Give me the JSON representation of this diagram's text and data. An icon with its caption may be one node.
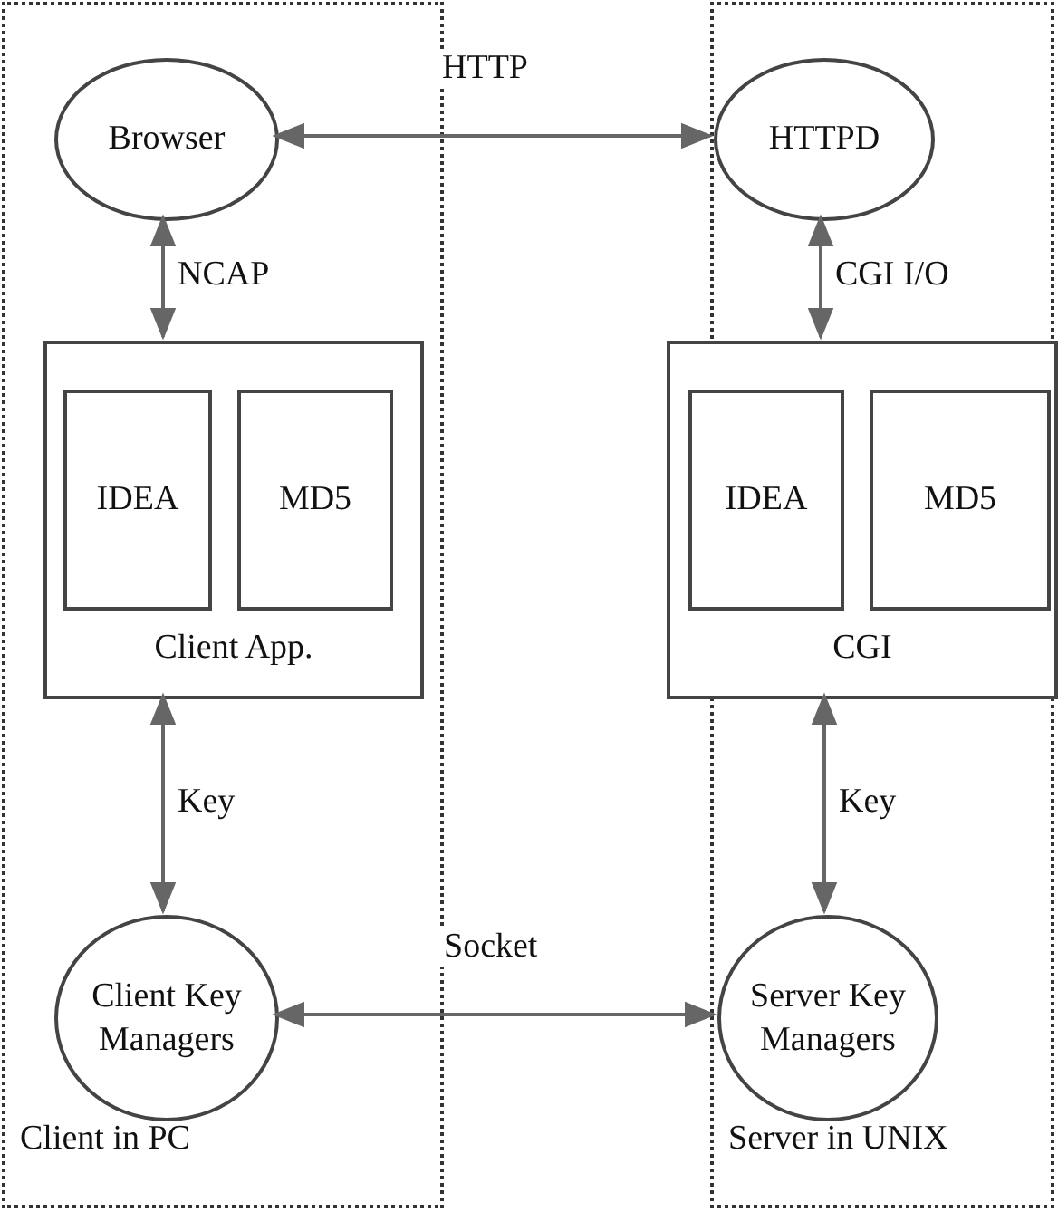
{
  "diagram": {
    "nodes": [
      {
        "text": [
          "Client in PC"
        ]
      },
      {
        "text": [
          "Browser"
        ],
        "in": 0
      },
      {
        "text": [
          "Client App."
        ],
        "in": 0
      },
      {
        "text": [
          "IDEA"
        ],
        "in": 2
      },
      {
        "text": [
          "MD5"
        ],
        "in": 2
      },
      {
        "text": [
          "Client Key Managers"
        ],
        "in": 0
      },
      {
        "text": [
          "Server in UNIX"
        ]
      },
      {
        "text": [
          "HTTPD"
        ],
        "in": 6
      },
      {
        "text": [
          "CGI"
        ],
        "in": 6
      },
      {
        "text": [
          "IDEA"
        ],
        "in": 8
      },
      {
        "text": [
          "MD5"
        ],
        "in": 8
      },
      {
        "text": [
          "Server Key Managers"
        ],
        "in": 6
      }
    ],
    "edges": [
      {
        "from": 1,
        "to": 7,
        "arrow": "both",
        "label": "HTTP"
      },
      {
        "from": 1,
        "to": 2,
        "arrow": "both",
        "label": "NCAP"
      },
      {
        "from": 7,
        "to": 8,
        "arrow": "both",
        "label": "CGI I/O"
      },
      {
        "from": 2,
        "to": 5,
        "arrow": "both",
        "label": "Key"
      },
      {
        "from": 8,
        "to": 11,
        "arrow": "both",
        "label": "Key"
      },
      {
        "from": 5,
        "to": 11,
        "arrow": "both",
        "label": "Socket"
      }
    ]
  }
}
